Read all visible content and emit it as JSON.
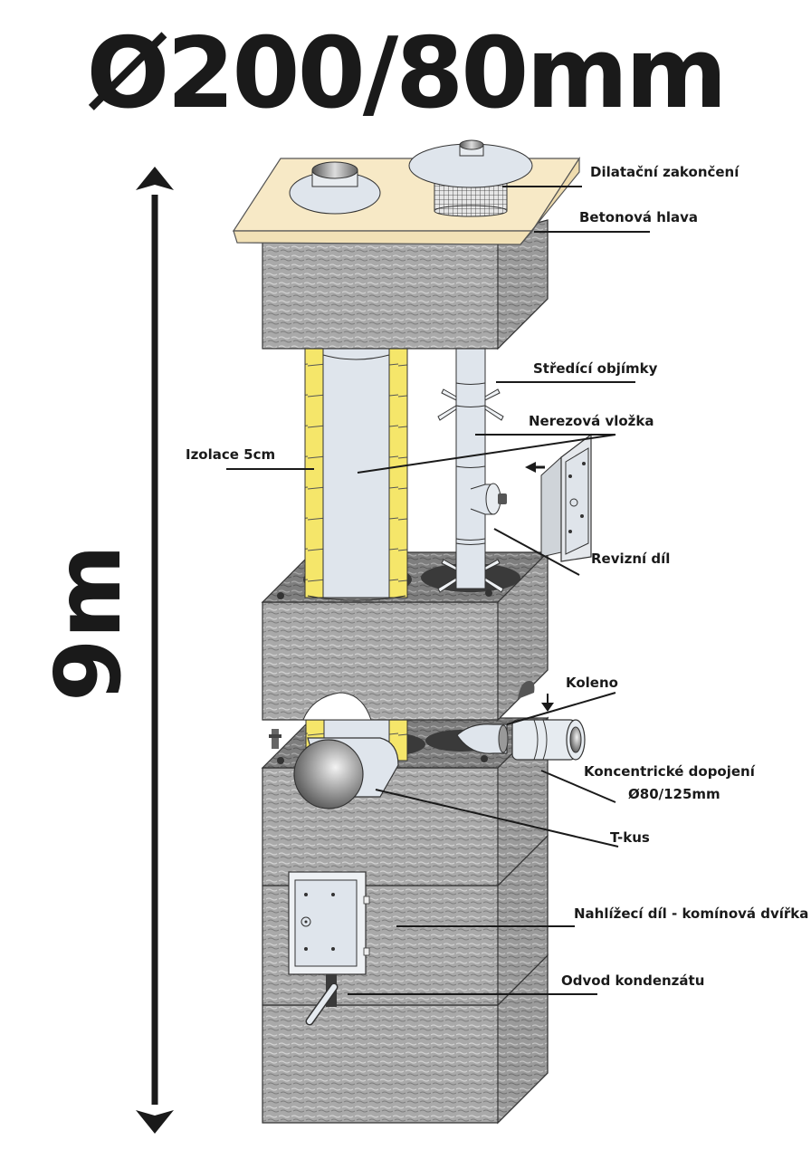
{
  "title": "Ø200/80mm",
  "height_dimension": "9m",
  "labels": {
    "dilatacni_zakonceni": "Dilatační zakončení",
    "betonova_hlava": "Betonová hlava",
    "stredici_objimky": "Středící objímky",
    "nerezova_vlozka": "Nerezová vložka",
    "izolace": "Izolace 5cm",
    "revizni_dil": "Revizní díl",
    "koleno": "Koleno",
    "koncentricke_dopojeni": "Koncentrické dopojení",
    "koncentricke_rozmer": "Ø80/125mm",
    "t_kus": "T-kus",
    "nahlizeci_dil": "Nahlížecí díl - komínová dvířka",
    "odvod_kondenzatu": "Odvod kondenzátu"
  },
  "colors": {
    "concrete": "#a8a8a8",
    "concrete_dark": "#8c8c8c",
    "cap": "#f7e9c6",
    "insulation": "#f5e66a",
    "pipe": "#dfe5ec",
    "line": "#1a1a1a"
  },
  "icons": {
    "dimension_arrow": "double-headed-vertical-arrow",
    "insert_arrow": "left-arrow",
    "down_arrow": "down-arrow"
  }
}
